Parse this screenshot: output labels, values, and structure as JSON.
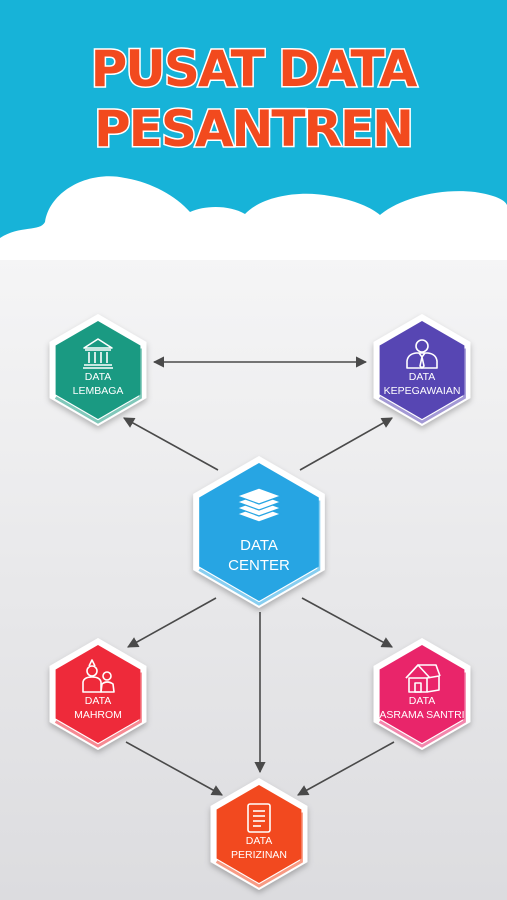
{
  "title": {
    "line1": "PUSAT DATA",
    "line2": "PESANTREN"
  },
  "colors": {
    "sky": "#17b3d8",
    "title": "#f24a1e",
    "lembaga": "#1a9a82",
    "kepegawaian": "#5746b3",
    "center": "#27a5e3",
    "mahrom": "#ee2a3a",
    "asrama": "#e9256a",
    "perizinan": "#f2491f"
  },
  "nodes": {
    "lembaga": {
      "line1": "DATA",
      "line2": "LEMBAGA",
      "icon": "institution-building-icon"
    },
    "kepegawaian": {
      "line1": "DATA",
      "line2": "KEPEGAWAIAN",
      "icon": "employee-icon"
    },
    "center": {
      "line1": "DATA",
      "line2": "CENTER",
      "icon": "database-stack-icon"
    },
    "mahrom": {
      "line1": "DATA",
      "line2": "MAHROM",
      "icon": "mahrom-family-icon"
    },
    "asrama": {
      "line1": "DATA",
      "line2": "ASRAMA SANTRI",
      "icon": "dormitory-house-icon"
    },
    "perizinan": {
      "line1": "DATA",
      "line2": "PERIZINAN",
      "icon": "permit-document-icon"
    }
  }
}
